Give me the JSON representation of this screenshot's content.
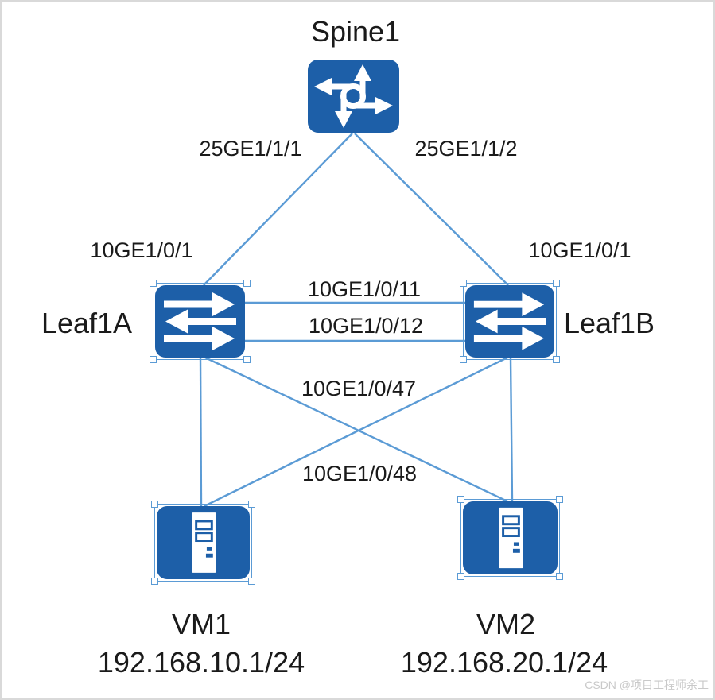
{
  "page": {
    "background": "#ffffff",
    "border_color": "#d9d9d9"
  },
  "colors": {
    "icon_blue": "#1d5fa8",
    "link_blue": "#5b9bd5",
    "label_text": "#1a1a1a",
    "watermark_gray": "#c9c9c9"
  },
  "nodes": {
    "spine1": {
      "label": "Spine1",
      "icon": "router-icon"
    },
    "leaf1a": {
      "label": "Leaf1A",
      "icon": "switch-icon"
    },
    "leaf1b": {
      "label": "Leaf1B",
      "icon": "switch-icon"
    },
    "vm1": {
      "label": "VM1",
      "ip": "192.168.10.1/24",
      "icon": "server-icon"
    },
    "vm2": {
      "label": "VM2",
      "ip": "192.168.20.1/24",
      "icon": "server-icon"
    }
  },
  "link_labels": {
    "spine_to_leaf1a": "25GE1/1/1",
    "spine_to_leaf1b": "25GE1/1/2",
    "leaf1a_uplink": "10GE1/0/1",
    "leaf1b_uplink": "10GE1/0/1",
    "peer_link_1": "10GE1/0/11",
    "peer_link_2": "10GE1/0/12",
    "leaf_downlink_47": "10GE1/0/47",
    "leaf_downlink_48": "10GE1/0/48"
  },
  "watermark": "CSDN @项目工程师余工"
}
